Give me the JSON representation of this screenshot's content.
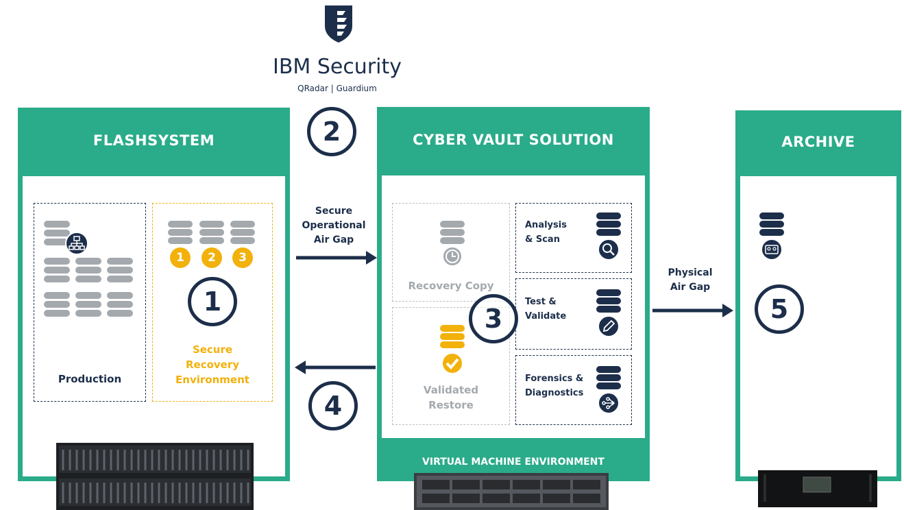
{
  "logo": {
    "title": "IBM Security",
    "subtitle": "QRadar | Guardium"
  },
  "panels": {
    "flashsystem": {
      "title": "FLASHSYSTEM"
    },
    "cyber_vault": {
      "title": "CYBER VAULT SOLUTION",
      "footer": "VIRTUAL MACHINE ENVIRONMENT"
    },
    "archive": {
      "title": "ARCHIVE"
    }
  },
  "flashsystem": {
    "production_label": "Production",
    "recovery_badges": [
      "1",
      "2",
      "3"
    ],
    "secure_recovery_label": [
      "Secure",
      "Recovery",
      "Environment"
    ]
  },
  "cyber_vault": {
    "recovery_copy_label": "Recovery Copy",
    "validated_restore_label": [
      "Validated",
      "Restore"
    ],
    "tasks": [
      {
        "label": [
          "Analysis",
          "& Scan"
        ],
        "icon": "magnifier-icon"
      },
      {
        "label": [
          "Test &",
          "Validate"
        ],
        "icon": "pencil-icon"
      },
      {
        "label": [
          "Forensics &",
          "Diagnostics"
        ],
        "icon": "network-icon"
      }
    ]
  },
  "arrows": {
    "secure_air_gap": [
      "Secure",
      "Operational",
      "Air Gap"
    ],
    "physical_air_gap": [
      "Physical",
      "Air Gap"
    ]
  },
  "steps": [
    "1",
    "2",
    "3",
    "4",
    "5"
  ],
  "colors": {
    "teal": "#2aab8a",
    "navy": "#1c2e4a",
    "yellow": "#f2b10b",
    "grey": "#a4a9ae"
  }
}
